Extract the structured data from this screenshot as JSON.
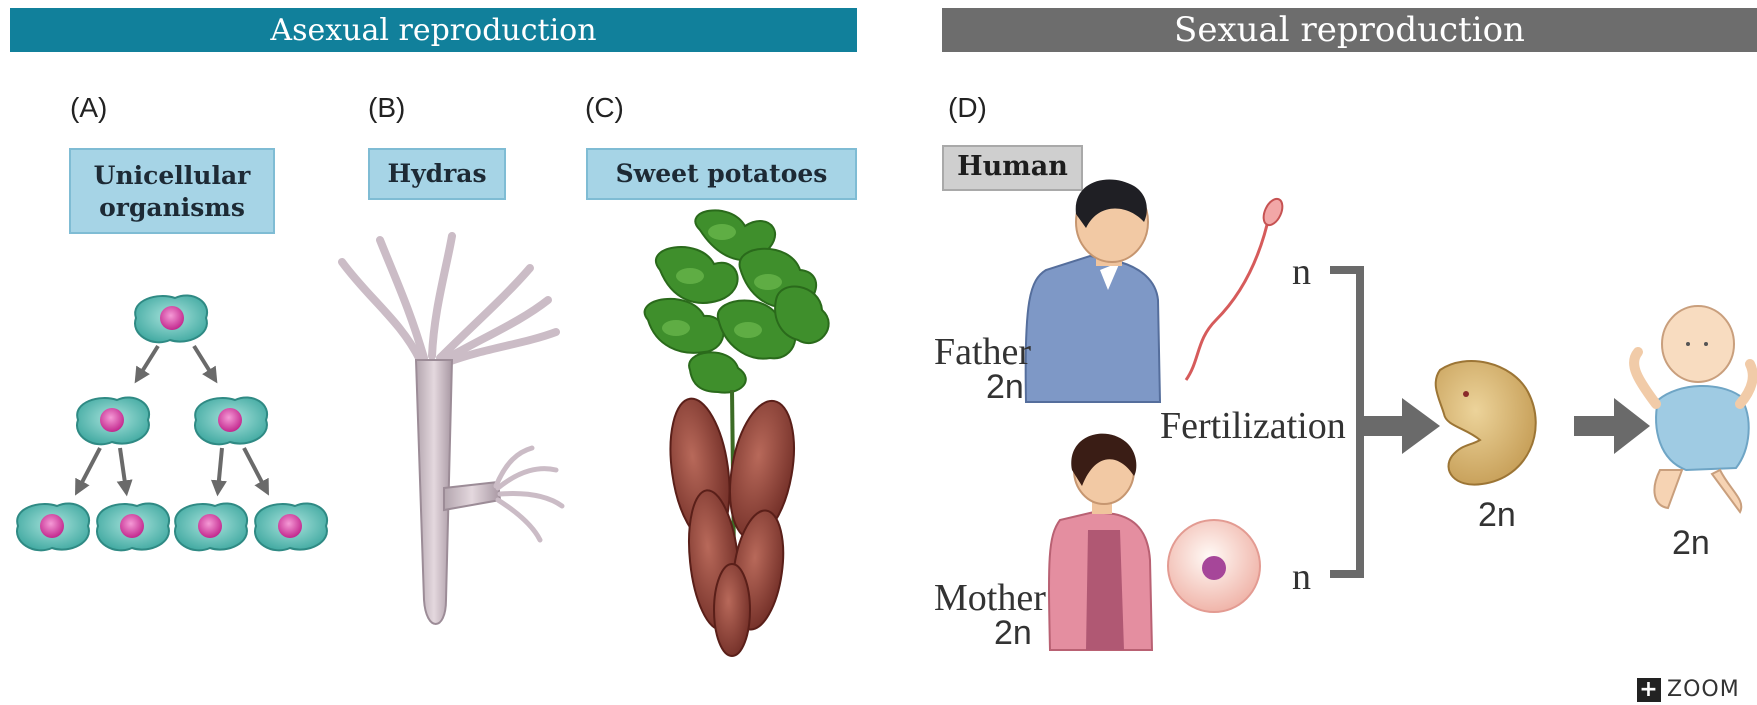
{
  "banners": {
    "asexual": "Asexual reproduction",
    "sexual": "Sexual reproduction"
  },
  "panels": {
    "a": {
      "letter": "(A)",
      "label_line1": "Unicellular",
      "label_line2": "organisms"
    },
    "b": {
      "letter": "(B)",
      "label": "Hydras"
    },
    "c": {
      "letter": "(C)",
      "label": "Sweet potatoes"
    },
    "d": {
      "letter": "(D)",
      "label": "Human"
    }
  },
  "human": {
    "father": "Father",
    "father_ploidy": "2n",
    "mother": "Mother",
    "mother_ploidy": "2n",
    "sperm_ploidy": "n",
    "egg_ploidy": "n",
    "process": "Fertilization",
    "embryo_ploidy": "2n",
    "baby_ploidy": "2n"
  },
  "zoom": {
    "label": "ZOOM",
    "icon": "plus-icon"
  },
  "colors": {
    "asexual_banner": "#11809b",
    "sexual_banner": "#6d6d6d",
    "label_box": "#a6d4e6",
    "human_box": "#cfcfcf",
    "arrow": "#777777"
  }
}
